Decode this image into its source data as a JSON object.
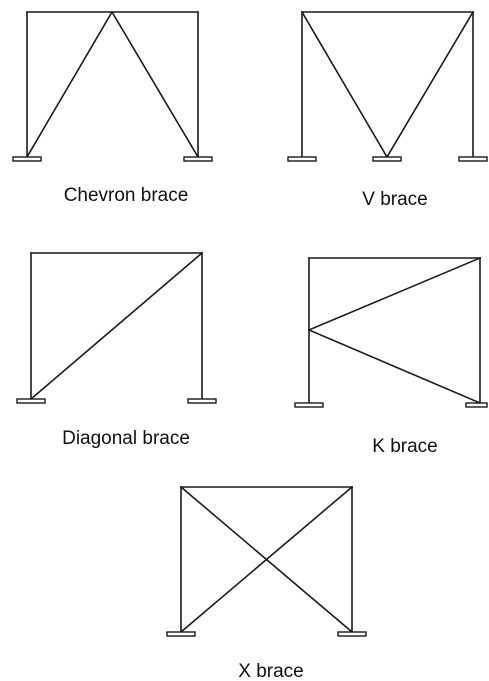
{
  "captions": {
    "chevron": "Chevron brace",
    "v": "V brace",
    "diagonal": "Diagonal brace",
    "k": "K brace",
    "x": "X brace"
  }
}
